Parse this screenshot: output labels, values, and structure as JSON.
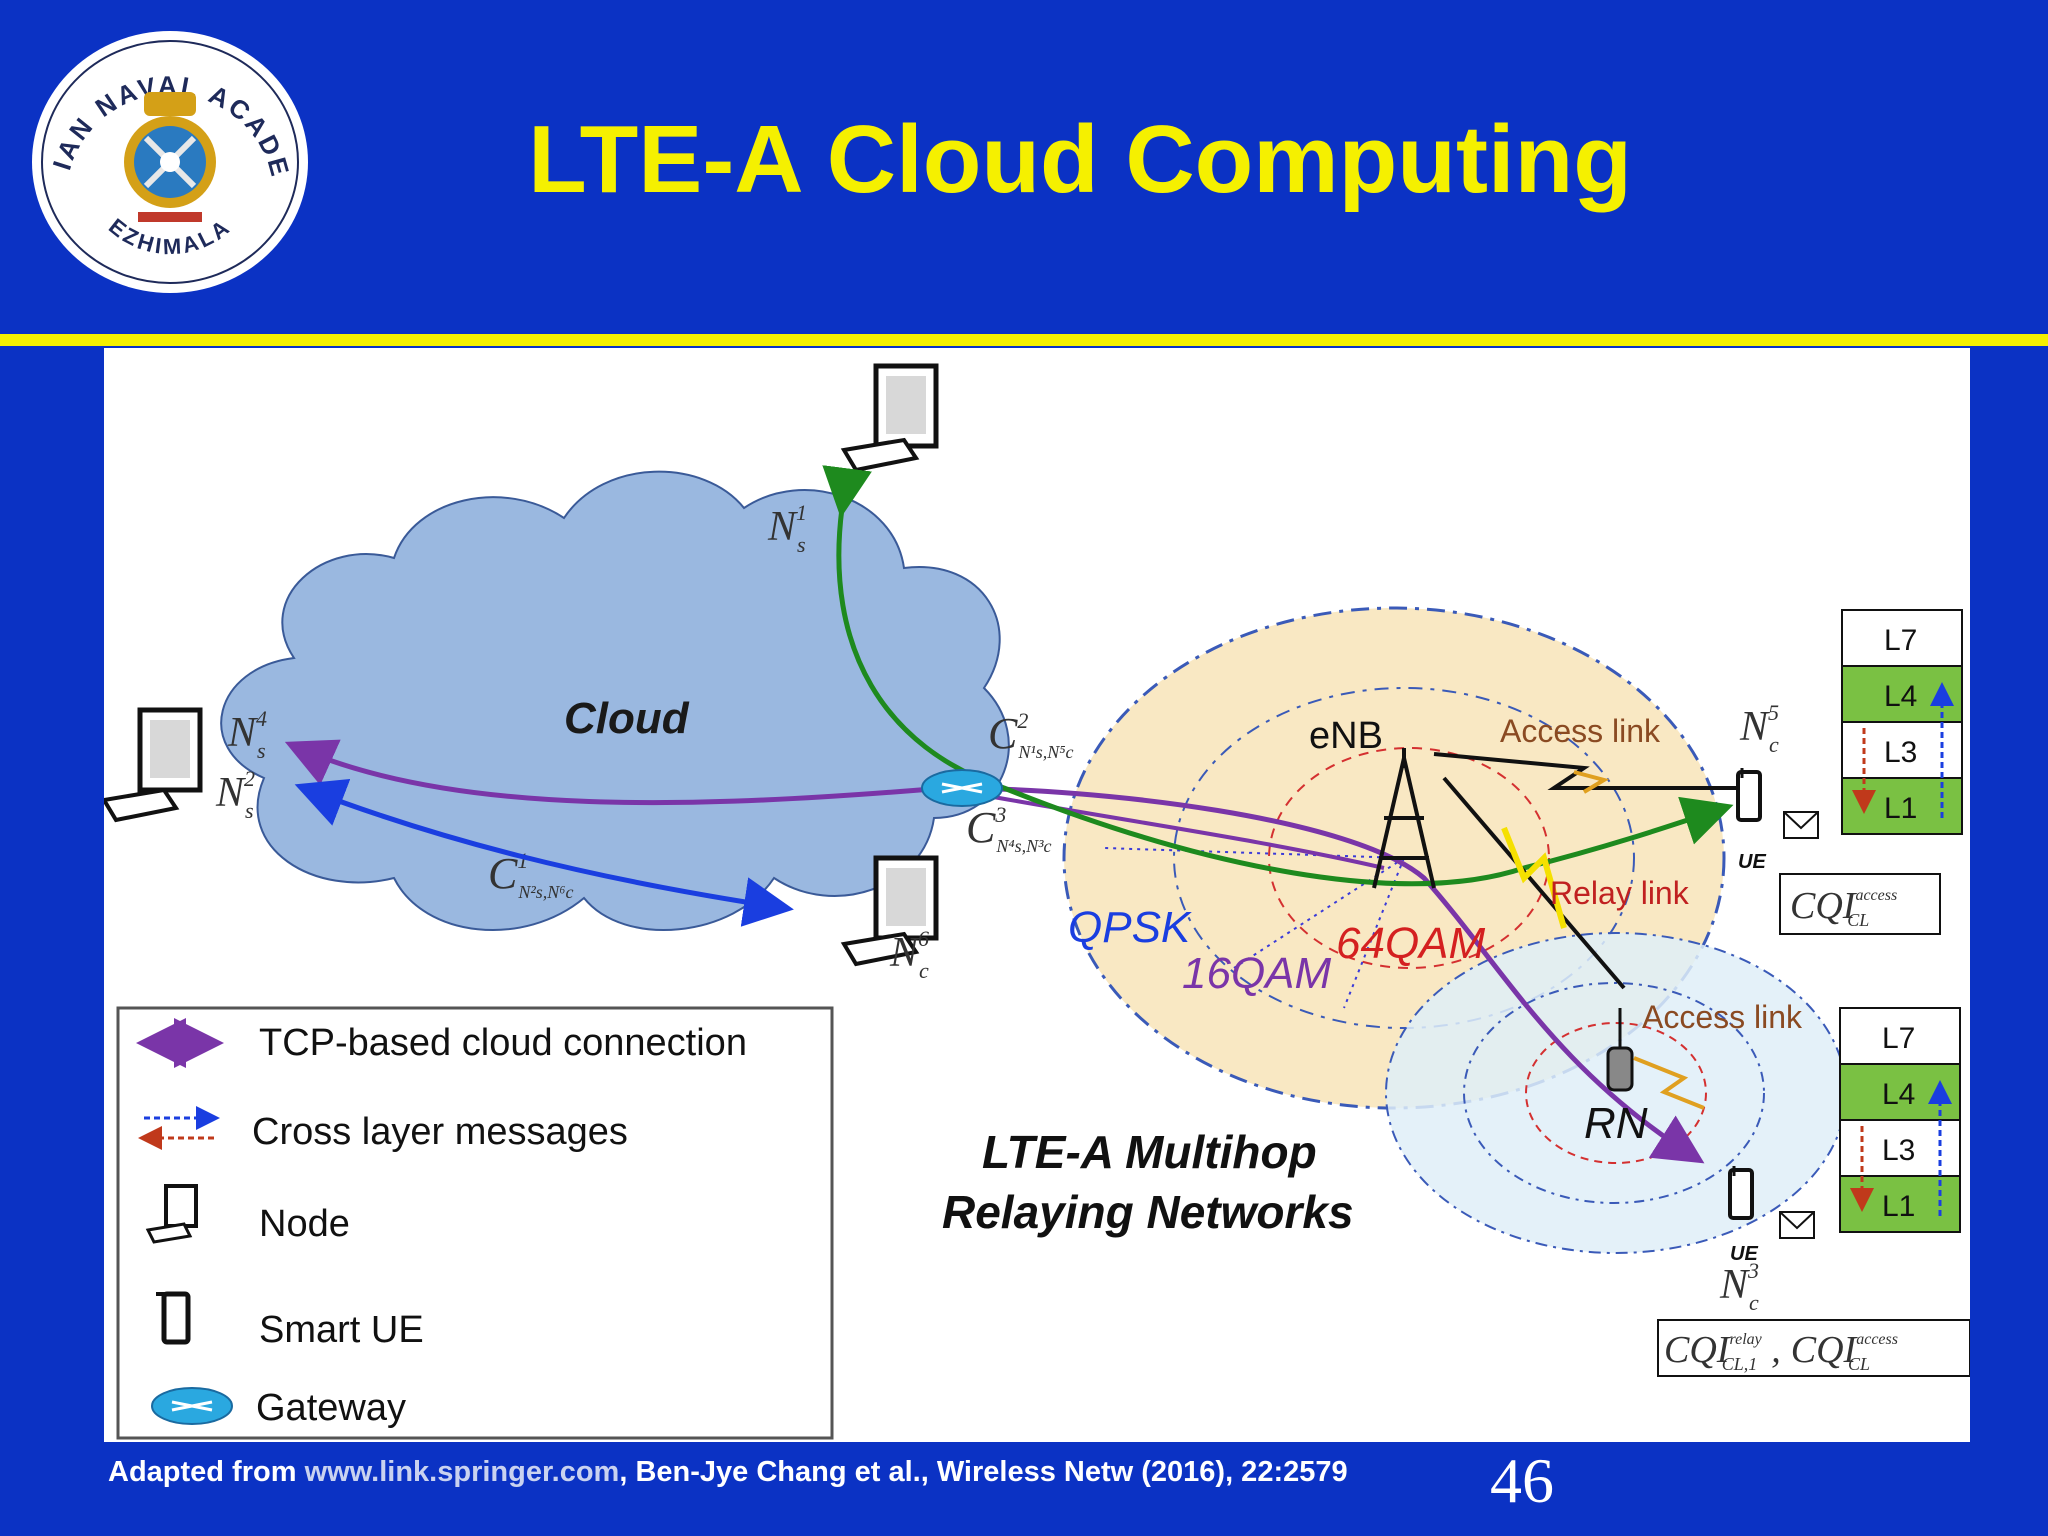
{
  "slide": {
    "title": "LTE-A Cloud Computing",
    "page_number": "46",
    "colors": {
      "background": "#0b32c4",
      "title": "#f5f000",
      "rule": "#f5f000"
    }
  },
  "logo": {
    "top_text": "INDIAN NAVAL ACADEMY",
    "bottom_text": "EZHIMALA",
    "icon": "naval-crest-icon"
  },
  "footer": {
    "prefix": "Adapted from ",
    "link": "www.link.springer.com",
    "suffix": ", Ben-Jye Chang et al., Wireless Netw (2016), 22:2579"
  },
  "diagram": {
    "cloud_label": "Cloud",
    "ns1": "N",
    "ns1_sup": "1",
    "ns1_sub": "s",
    "ns4": "N",
    "ns4_sup": "4",
    "ns4_sub": "s",
    "ns2": "N",
    "ns2_sup": "2",
    "ns2_sub": "s",
    "nc6": "N",
    "nc6_sup": "6",
    "nc6_sub": "c",
    "nc5": "N",
    "nc5_sup": "5",
    "nc5_sub": "c",
    "nc3": "N",
    "nc3_sup": "3",
    "nc3_sub": "c",
    "c1": "C",
    "c1_sup": "1",
    "c1_sub": "N²s,N⁶c",
    "c2": "C",
    "c2_sup": "2",
    "c2_sub": "N¹s,N⁵c",
    "c3": "C",
    "c3_sup": "3",
    "c3_sub": "N⁴s,N³c",
    "enb": "eNB",
    "rn": "RN",
    "access_link_1": "Access link",
    "access_link_2": "Access link",
    "relay_link": "Relay link",
    "qpsk": "QPSK",
    "qam16": "16QAM",
    "qam64": "64QAM",
    "ue_1": "UE",
    "ue_2": "UE",
    "network_title_1": "LTE-A Multihop",
    "network_title_2": "Relaying Networks",
    "stack_1": [
      "L7",
      "L4",
      "L3",
      "L1"
    ],
    "stack_2": [
      "L7",
      "L4",
      "L3",
      "L1"
    ],
    "cqi_1": "CQI",
    "cqi_1_sup": "access",
    "cqi_1_sub": "CL",
    "cqi_2a": "CQI",
    "cqi_2a_sup": "relay",
    "cqi_2a_sub": "CL,1",
    "cqi_2_sep": ",",
    "cqi_2b": "CQI",
    "cqi_2b_sup": "access",
    "cqi_2b_sub": "CL",
    "legend": {
      "tcp": "TCP-based cloud connection",
      "cross": "Cross layer messages",
      "node": "Node",
      "smart_ue": "Smart UE",
      "gateway": "Gateway"
    },
    "colors": {
      "tcp": "#7a35a8",
      "blue_link": "#1a3ee0",
      "green_link": "#1e8a1e",
      "cloud": "#9ab8e0",
      "coverage": "#f7e2b4",
      "stack_green": "#7ac143"
    }
  }
}
